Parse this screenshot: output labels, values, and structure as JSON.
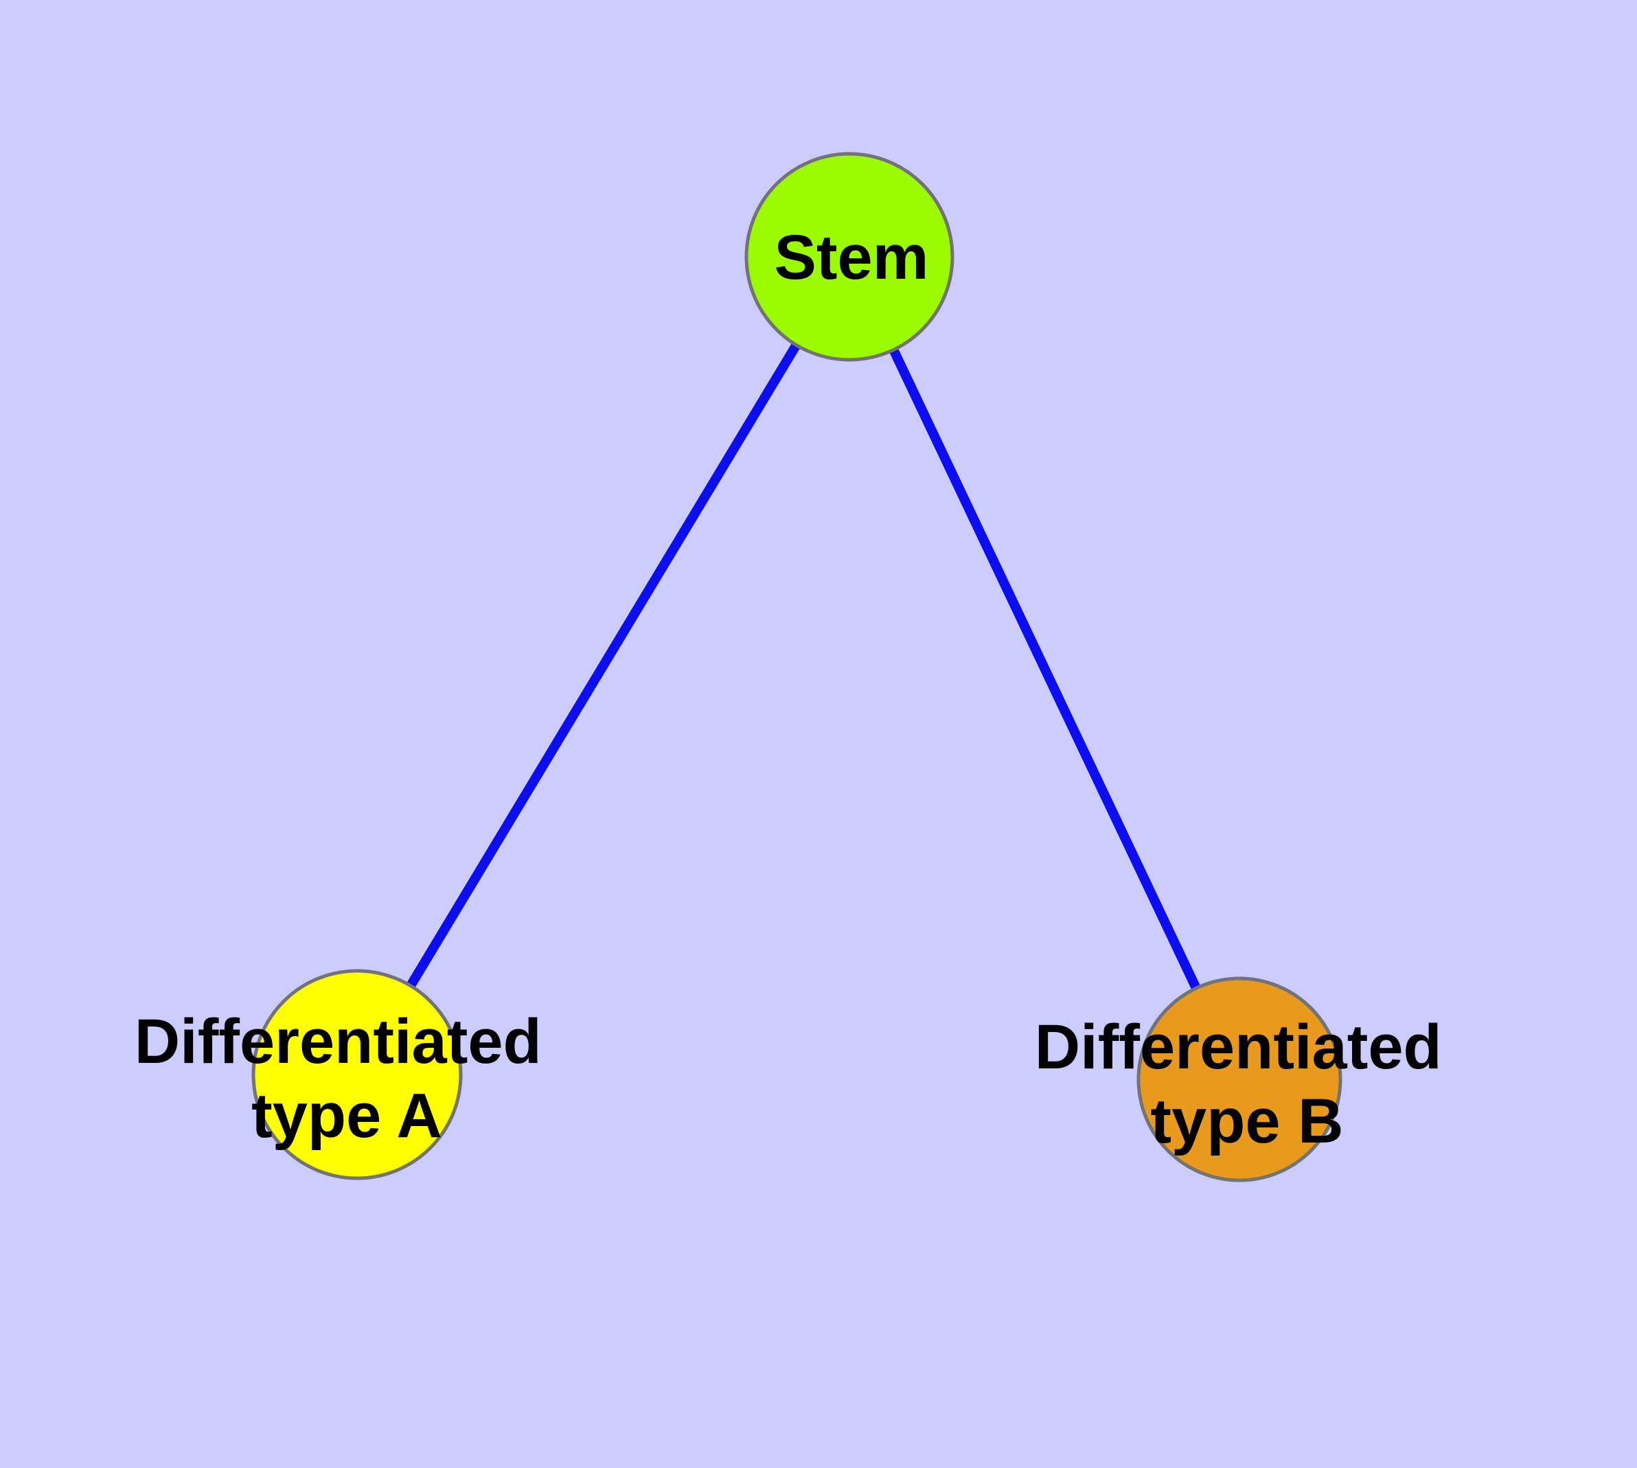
{
  "diagram": {
    "type": "node-link-graph",
    "background_color": "#CCCCFF",
    "edge_color": "#0D0DF1",
    "node_border_color": "#737373",
    "label_color": "#000000",
    "nodes": [
      {
        "id": "stem",
        "label": "Stem",
        "line1": "Stem",
        "line2": "",
        "fill": "#9BFB00"
      },
      {
        "id": "differentiated-type-a",
        "label": "Differentiated type A",
        "line1": "Differentiated",
        "line2": "type A",
        "fill": "#FFFF00"
      },
      {
        "id": "differentiated-type-b",
        "label": "Differentiated type B",
        "line1": "Differentiated",
        "line2": "type B",
        "fill": "#E79A1E"
      }
    ],
    "edges": [
      {
        "from": "Stem",
        "to": "Differentiated type A"
      },
      {
        "from": "Stem",
        "to": "Differentiated type B"
      }
    ]
  }
}
